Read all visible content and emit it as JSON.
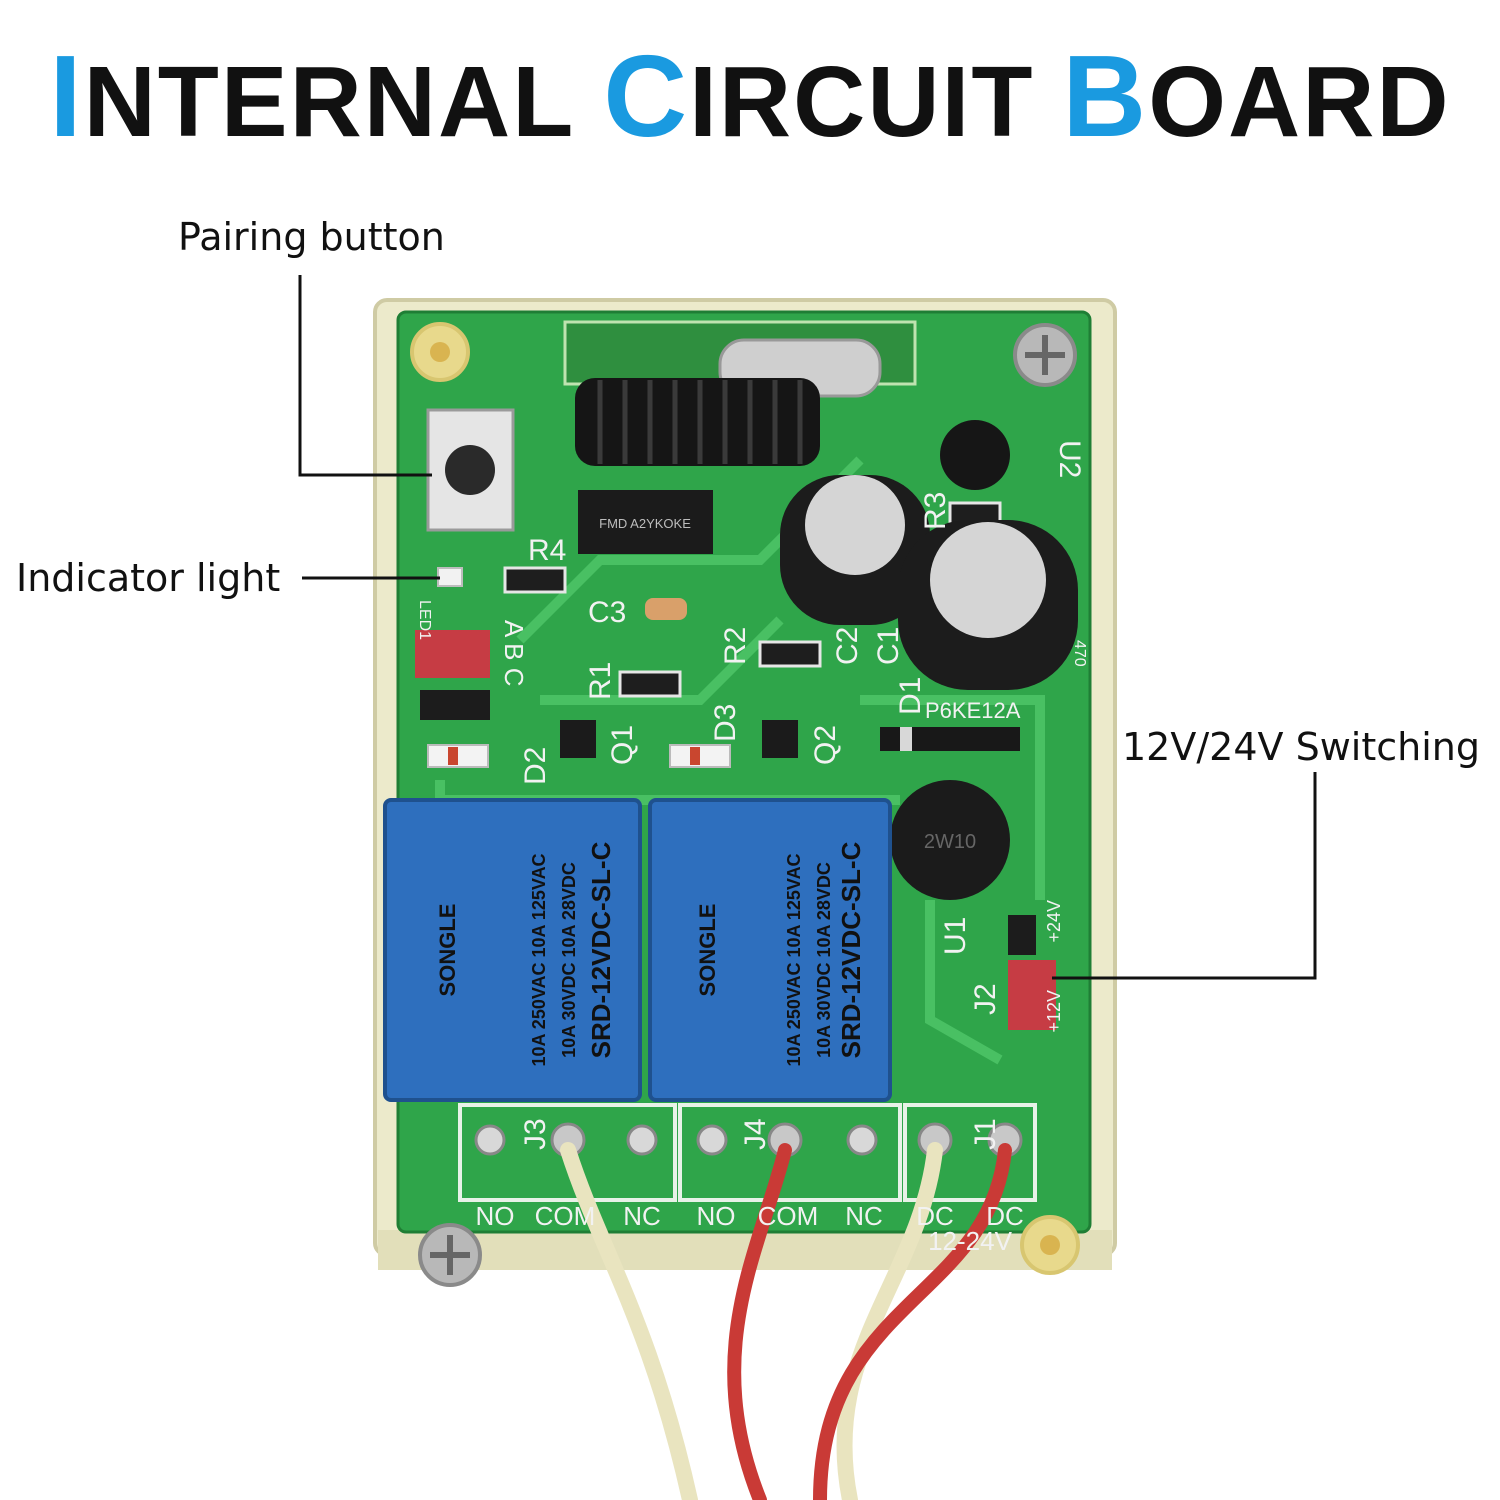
{
  "title": {
    "words": [
      {
        "cap": "I",
        "rest": "NTERNAL"
      },
      {
        "cap": "C",
        "rest": "IRCUIT"
      },
      {
        "cap": "B",
        "rest": "OARD"
      }
    ]
  },
  "callouts": {
    "pairing": "Pairing button",
    "indicator": "Indicator light",
    "switching": "12V/24V Switching"
  },
  "board": {
    "labels": {
      "r4": "R4",
      "r3": "R3",
      "r2": "R2",
      "r1": "R1",
      "c3": "C3",
      "c2": "C2",
      "c1": "C1",
      "d1": "D1",
      "d2": "D2",
      "d3": "D3",
      "q1": "Q1",
      "q2": "Q2",
      "u1": "U1",
      "u2": "U2",
      "j1": "J1",
      "j2": "J2",
      "j3": "J3",
      "j4": "J4",
      "led": "LED1",
      "p6ke": "P6KE12A",
      "cap470": "470",
      "jumper_abc": "A B C",
      "plus24": "+24V",
      "plus12": "+12V",
      "chip": "FMD A2YKOKE",
      "rectifier": "2W10"
    },
    "terminals": [
      "NO",
      "COM",
      "NC",
      "NO",
      "COM",
      "NC",
      "DC",
      "DC"
    ],
    "power_label": "12-24V",
    "relays": [
      {
        "brand": "SONGLE",
        "model": "SRD-12VDC-SL-C",
        "rating1": "10A 250VAC  10A 125VAC",
        "rating2": "10A 30VDC  10A 28VDC"
      },
      {
        "brand": "SONGLE",
        "model": "SRD-12VDC-SL-C",
        "rating1": "10A 250VAC  10A 125VAC",
        "rating2": "10A 30VDC  10A 28VDC"
      }
    ]
  },
  "colors": {
    "accent": "#1a9ae0",
    "pcb": "#2fa54a",
    "relay": "#2e6fbe",
    "housing": "#eceacb"
  }
}
